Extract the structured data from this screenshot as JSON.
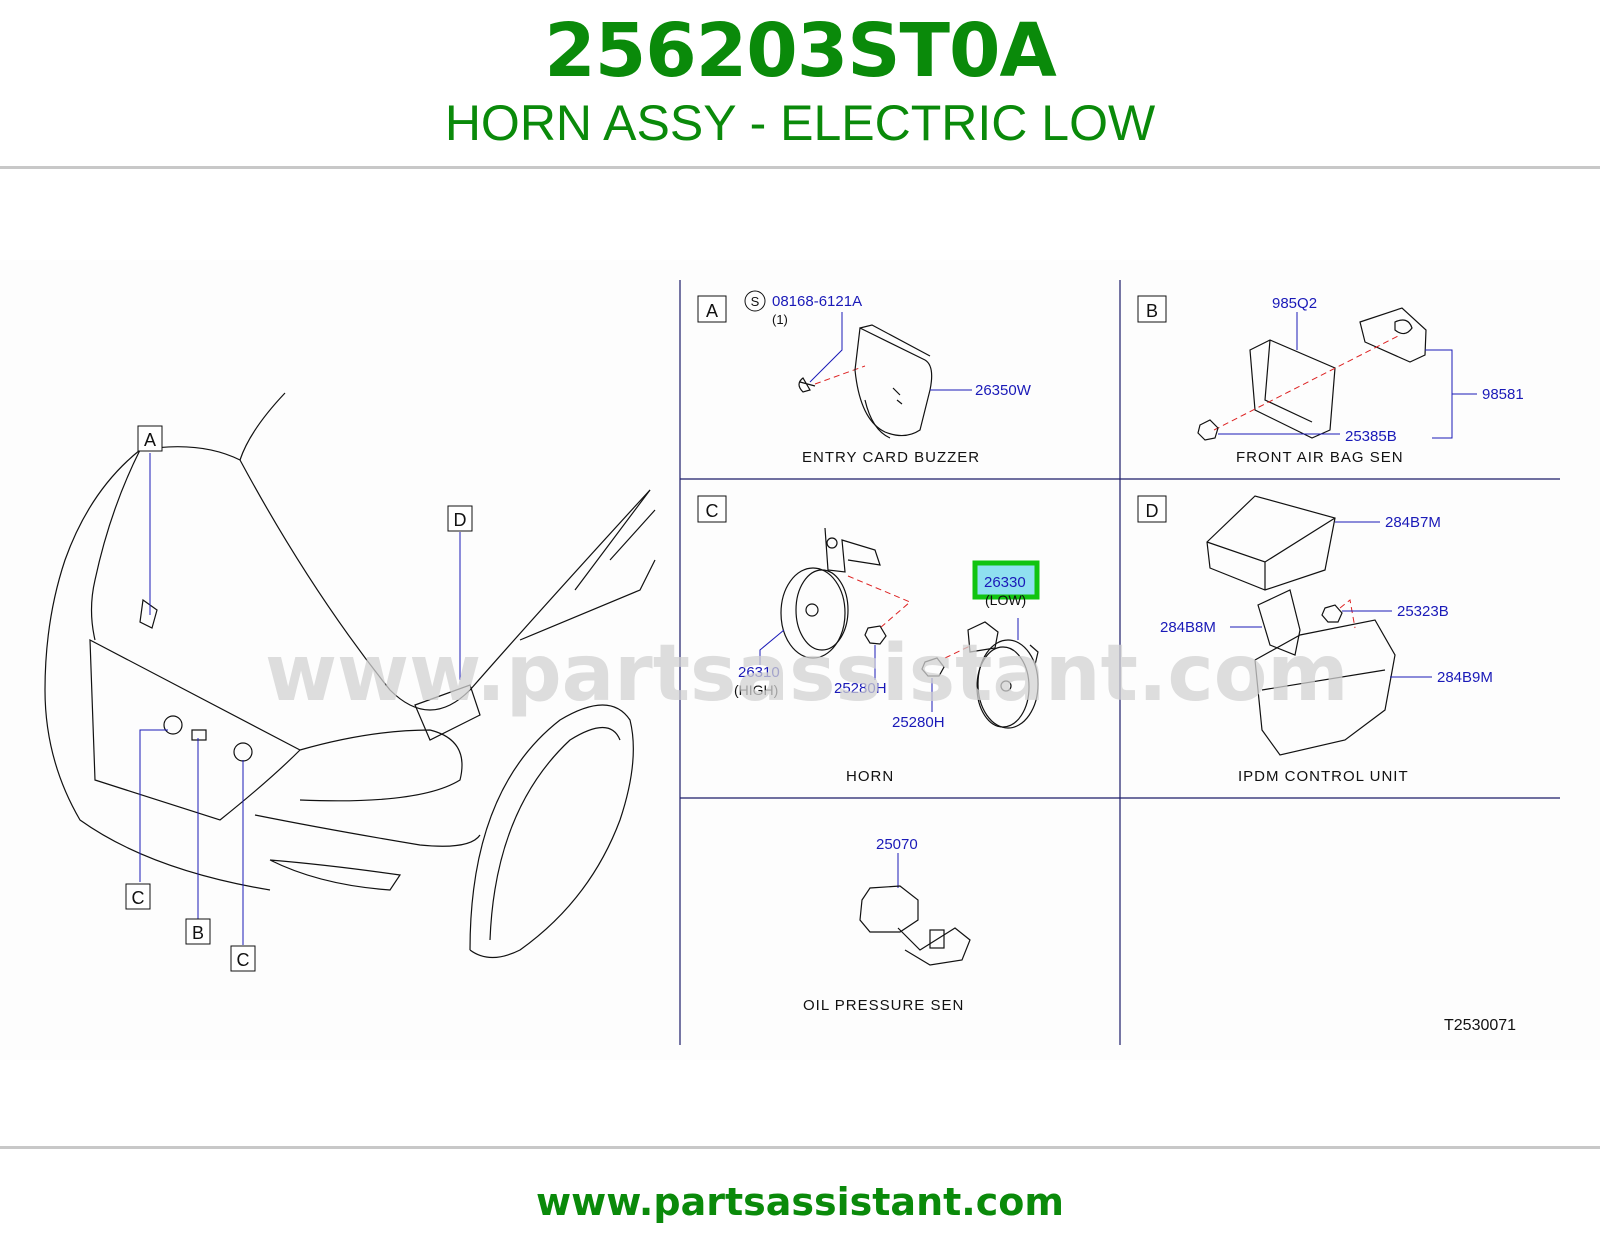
{
  "header": {
    "part_number": "256203ST0A",
    "part_name": "HORN ASSY - ELECTRIC LOW"
  },
  "watermark": "www.partsassistant.com",
  "footer": {
    "url": "www.partsassistant.com"
  },
  "colors": {
    "brand_green": "#0a8a0a",
    "callout_blue": "#1a1ab8",
    "highlight": "#11c411"
  },
  "overview_letters": [
    "A",
    "B",
    "C",
    "C",
    "D"
  ],
  "panels": {
    "a": {
      "letter": "A",
      "bolt_mark": "S",
      "bolt_part": "08168-6121A",
      "bolt_qty": "(1)",
      "part": "26350W",
      "caption": "ENTRY   CARD   BUZZER"
    },
    "b": {
      "letter": "B",
      "parts": [
        "985Q2",
        "98581",
        "25385B"
      ],
      "caption": "FRONT   AIR   BAG   SEN"
    },
    "c": {
      "letter": "C",
      "highlight_part": "26330",
      "low_label": "(LOW)",
      "high_part": "26310",
      "high_label": "(HIGH)",
      "nut_1": "25280H",
      "nut_2": "25280H",
      "caption": "HORN"
    },
    "d": {
      "letter": "D",
      "parts": [
        "284B7M",
        "284B8M",
        "25323B",
        "284B9M"
      ],
      "caption": "IPDM   CONTROL   UNIT"
    },
    "e": {
      "part": "25070",
      "caption": "OIL   PRESSURE   SEN"
    }
  },
  "drawing_code": "T2530071"
}
